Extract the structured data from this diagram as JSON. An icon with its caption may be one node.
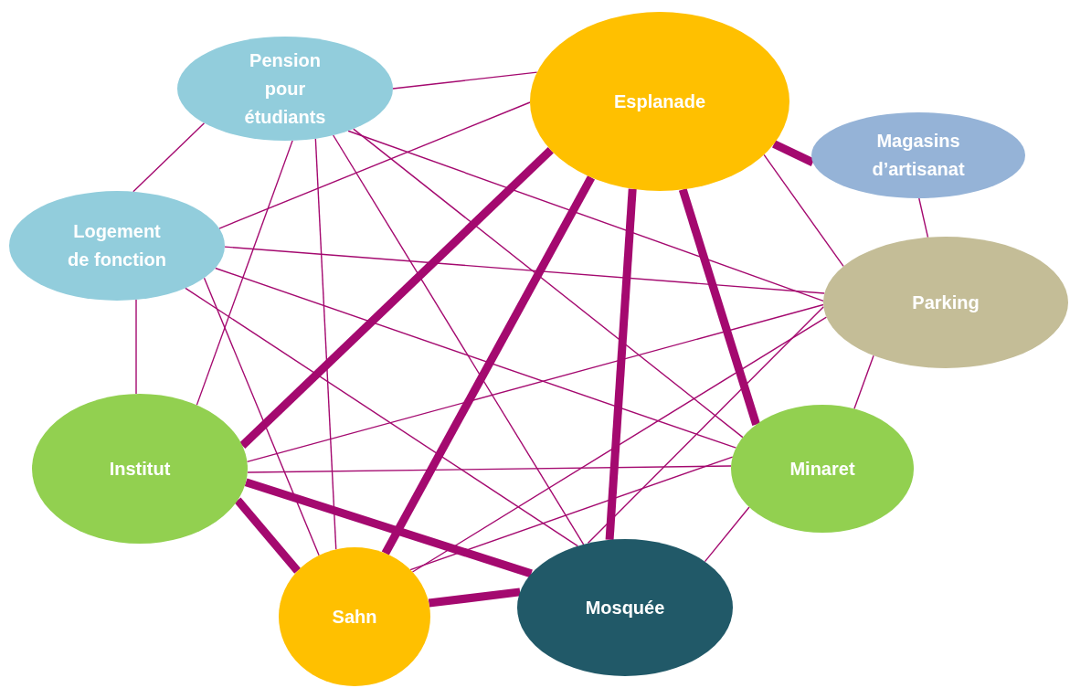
{
  "diagram": {
    "nodes": [
      {
        "text": [
          "Pension pour étudiants"
        ]
      },
      {
        "text": [
          "Esplanade"
        ]
      },
      {
        "text": [
          "Magasins d’artisanat"
        ]
      },
      {
        "text": [
          "Logement de fonction"
        ]
      },
      {
        "text": [
          "Parking"
        ]
      },
      {
        "text": [
          "Institut"
        ]
      },
      {
        "text": [
          "Minaret"
        ]
      },
      {
        "text": [
          "Sahn"
        ]
      },
      {
        "text": [
          "Mosquée"
        ]
      }
    ],
    "edges": [
      {
        "from": 0,
        "to": 1,
        "arrow": "none"
      },
      {
        "from": 0,
        "to": 3,
        "arrow": "none"
      },
      {
        "from": 0,
        "to": 4,
        "arrow": "none"
      },
      {
        "from": 0,
        "to": 6,
        "arrow": "none"
      },
      {
        "from": 0,
        "to": 8,
        "arrow": "none"
      },
      {
        "from": 0,
        "to": 7,
        "arrow": "none"
      },
      {
        "from": 0,
        "to": 5,
        "arrow": "none"
      },
      {
        "from": 1,
        "to": 3,
        "arrow": "none"
      },
      {
        "from": 1,
        "to": 2,
        "arrow": "none",
        "style": "thick"
      },
      {
        "from": 1,
        "to": 4,
        "arrow": "none"
      },
      {
        "from": 1,
        "to": 6,
        "arrow": "none",
        "style": "thick"
      },
      {
        "from": 1,
        "to": 8,
        "arrow": "none",
        "style": "thick"
      },
      {
        "from": 1,
        "to": 7,
        "arrow": "none",
        "style": "thick"
      },
      {
        "from": 1,
        "to": 5,
        "arrow": "none",
        "style": "thick"
      },
      {
        "from": 2,
        "to": 4,
        "arrow": "none"
      },
      {
        "from": 3,
        "to": 5,
        "arrow": "none"
      },
      {
        "from": 3,
        "to": 4,
        "arrow": "none"
      },
      {
        "from": 3,
        "to": 6,
        "arrow": "none"
      },
      {
        "from": 3,
        "to": 8,
        "arrow": "none"
      },
      {
        "from": 3,
        "to": 7,
        "arrow": "none"
      },
      {
        "from": 4,
        "to": 6,
        "arrow": "none"
      },
      {
        "from": 4,
        "to": 8,
        "arrow": "none"
      },
      {
        "from": 4,
        "to": 7,
        "arrow": "none"
      },
      {
        "from": 4,
        "to": 5,
        "arrow": "none"
      },
      {
        "from": 5,
        "to": 6,
        "arrow": "none"
      },
      {
        "from": 5,
        "to": 8,
        "arrow": "none",
        "style": "thick"
      },
      {
        "from": 5,
        "to": 7,
        "arrow": "none",
        "style": "thick"
      },
      {
        "from": 6,
        "to": 8,
        "arrow": "none"
      },
      {
        "from": 6,
        "to": 7,
        "arrow": "none"
      },
      {
        "from": 7,
        "to": 8,
        "arrow": "none",
        "style": "thick"
      }
    ]
  }
}
